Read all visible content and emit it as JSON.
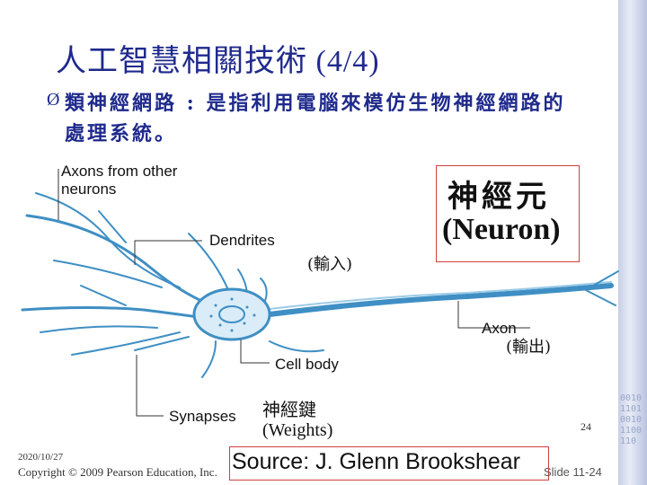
{
  "slide": {
    "title": "人工智慧相關技術 (4/4)",
    "bullet_marker": "Ø",
    "bullet_text": "類神經網路 : 是指利用電腦來模仿生物神經網路的處理系統。"
  },
  "diagram": {
    "labels": {
      "axons_from_other": "Axons from other neurons",
      "dendrites": "Dendrites",
      "axon": "Axon",
      "cell_body": "Cell body",
      "synapses": "Synapses"
    },
    "annotations": {
      "input": "(輸入)",
      "output": "(輸出)",
      "weights_zh": "神經鍵",
      "weights_en": "(Weights)"
    },
    "neuron_box": {
      "zh": "神經元",
      "en": "(Neuron)"
    }
  },
  "footer": {
    "date": "2020/10/27",
    "copyright": "Copyright © 2009 Pearson Education, Inc.",
    "source": "Source: J. Glenn Brookshear",
    "page_number": "24",
    "slide_label": "Slide 11-24"
  },
  "side_strip": {
    "digits": "0010110100101100110"
  },
  "colors": {
    "title": "#1f2a8c",
    "box_border": "#d04040"
  }
}
